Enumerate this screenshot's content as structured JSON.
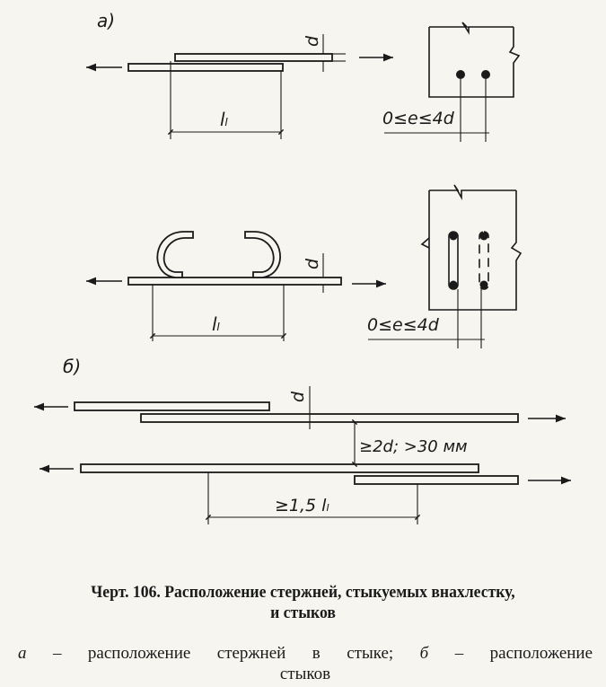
{
  "labels": {
    "panel_a": "а)",
    "panel_b": "б)",
    "d": "d",
    "lap_length": "lₗ",
    "spacing": "0≤e≤4d",
    "clear_spacing": "≥2d; >30 мм",
    "stagger": "≥1,5 lₗ"
  },
  "caption": {
    "title_line1": "Черт. 106. Расположение стержней, стыкуемых внахлестку,",
    "title_line2": "и стыков",
    "legend_a_letter": "а",
    "legend_a_text": "– расположение стержней в стыке;",
    "legend_b_letter": "б",
    "legend_b_text": "– расположение",
    "legend_line2": "стыков"
  },
  "colors": {
    "ink": "#1a1a1a",
    "paper": "#f6f5ef"
  }
}
